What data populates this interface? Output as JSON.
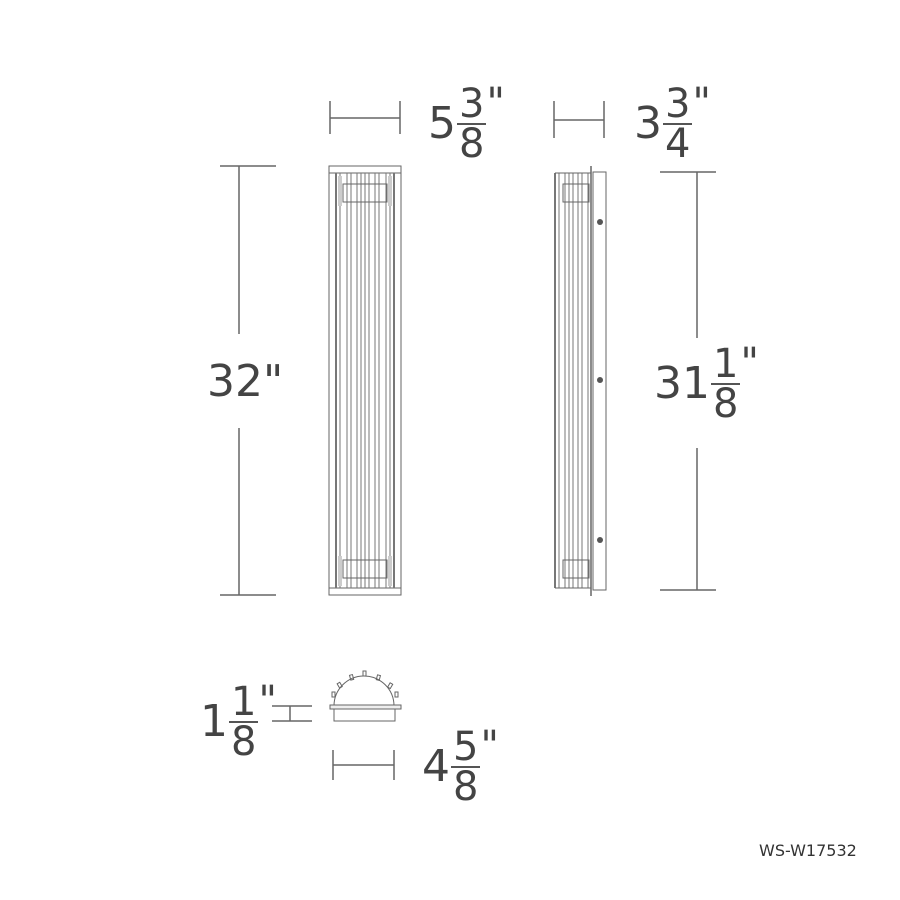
{
  "drawing": {
    "model": "WS-W17532",
    "colors": {
      "line": "#666666",
      "text": "#444444",
      "background": "#ffffff",
      "fixture_fill": "#f5f5f5"
    },
    "views": {
      "front": {
        "width": {
          "whole": "5",
          "num": "3",
          "den": "8",
          "unit": "\""
        },
        "height": {
          "label": "32\""
        }
      },
      "side": {
        "depth": {
          "whole": "3",
          "num": "3",
          "den": "4",
          "unit": "\""
        },
        "height": {
          "whole": "31",
          "num": "1",
          "den": "8",
          "unit": "\""
        }
      },
      "top": {
        "backplate_height": {
          "whole": "1",
          "num": "1",
          "den": "8",
          "unit": "\""
        },
        "backplate_width": {
          "whole": "4",
          "num": "5",
          "den": "8",
          "unit": "\""
        }
      }
    }
  }
}
